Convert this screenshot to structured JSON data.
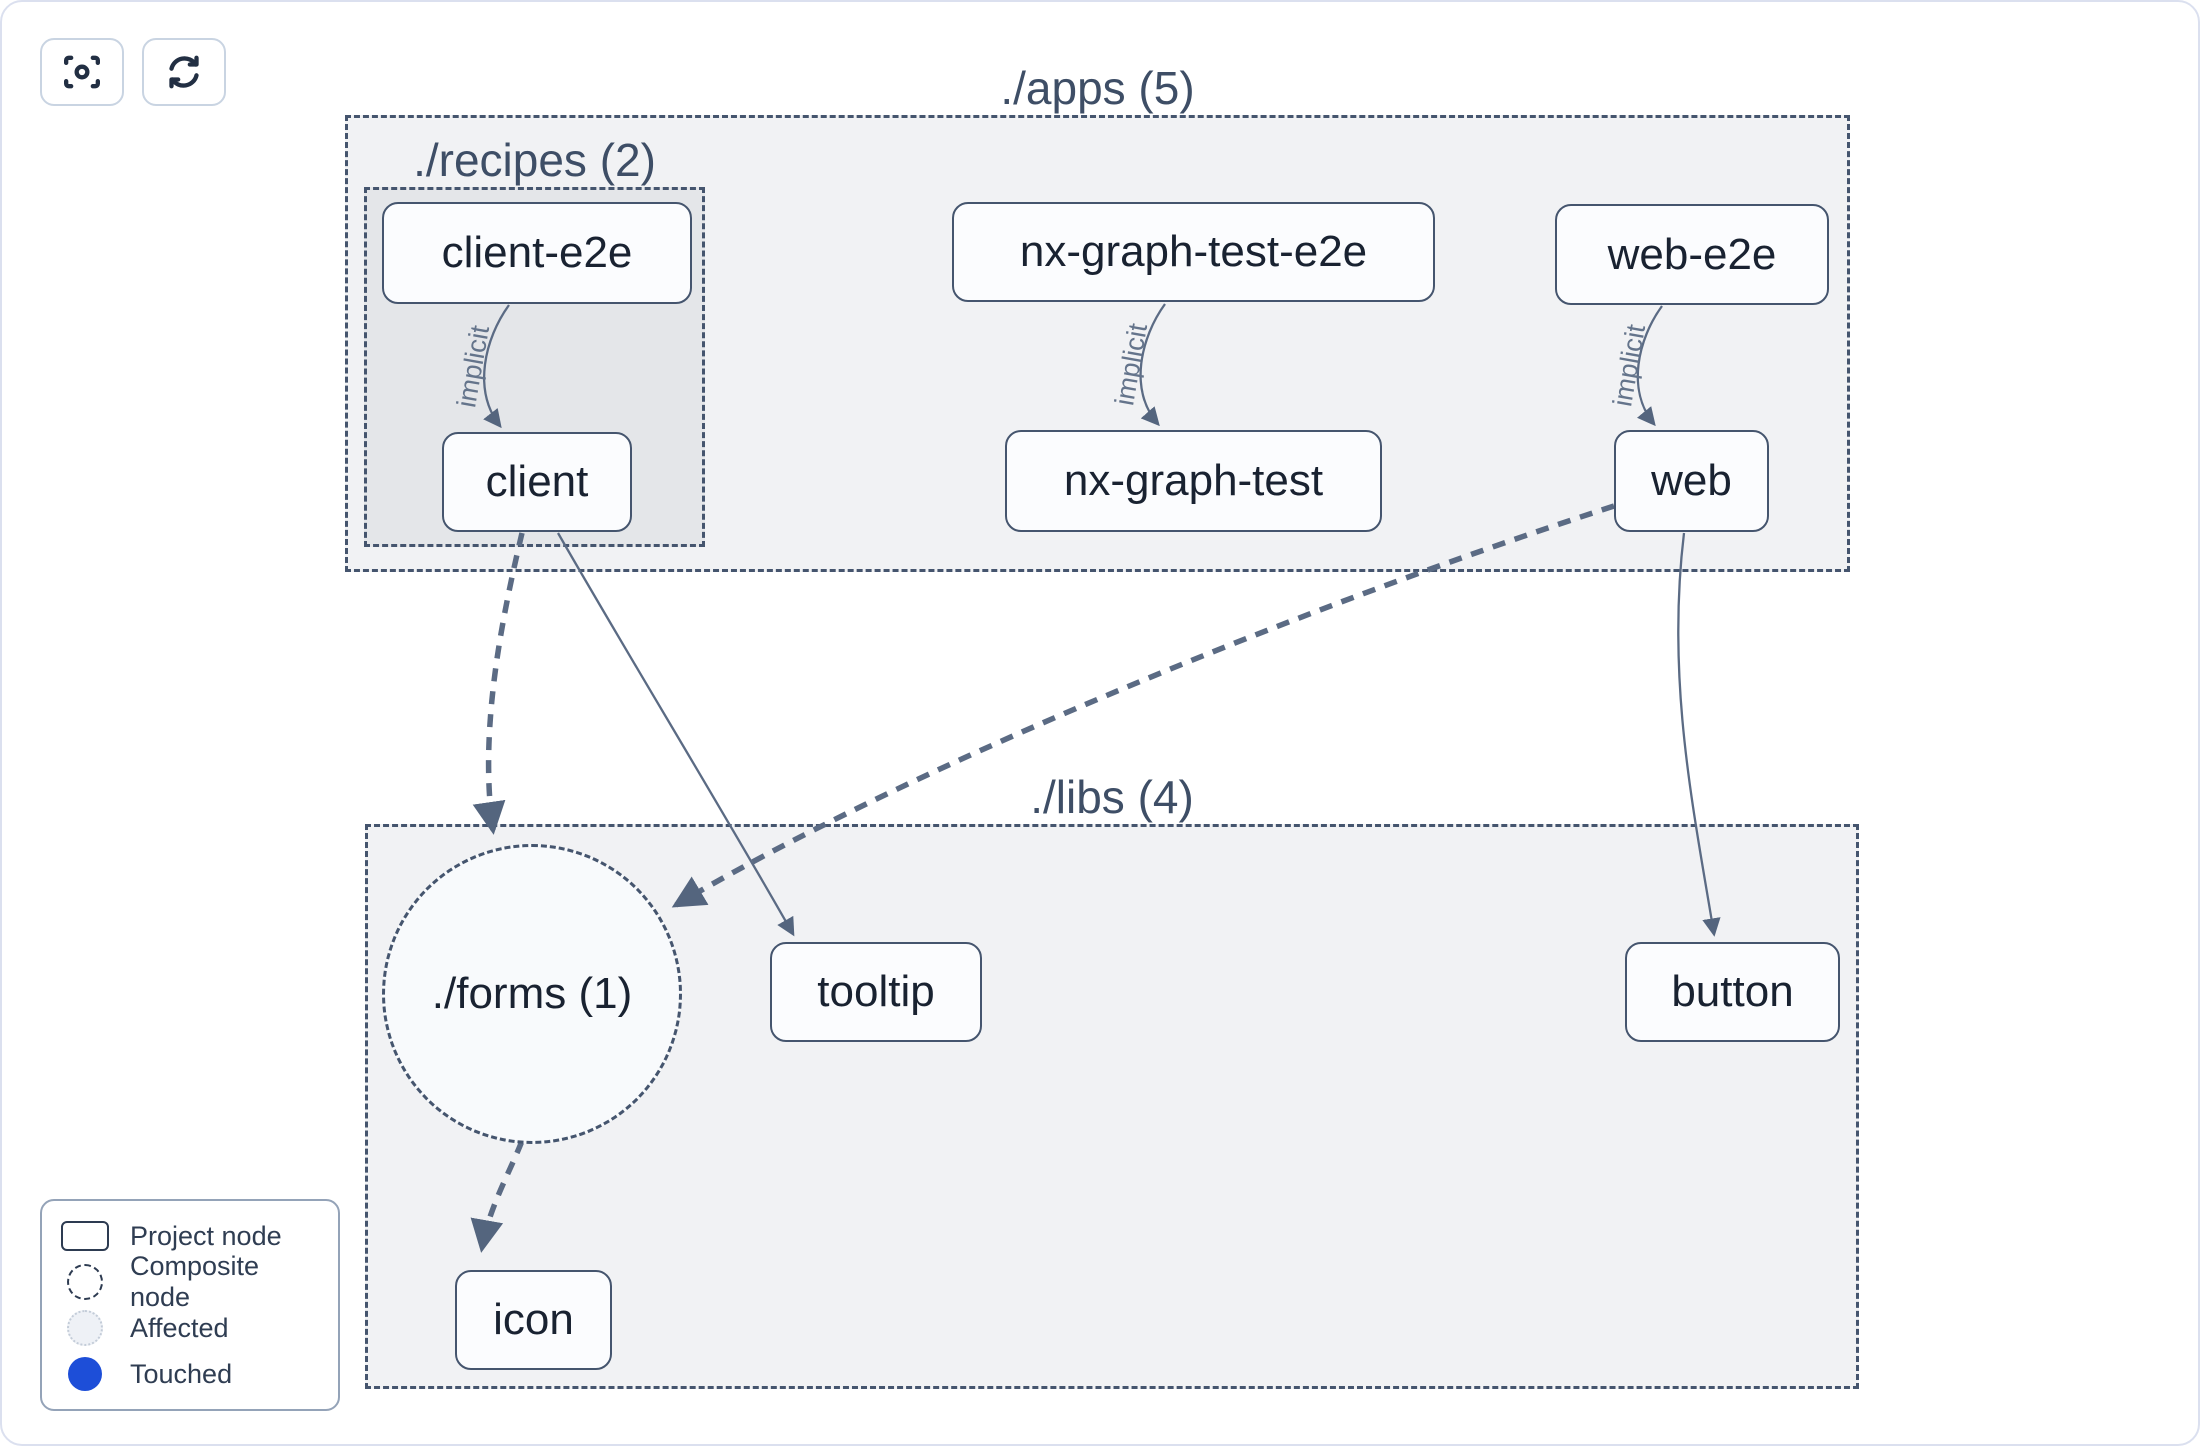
{
  "toolbar": {
    "focus_button": {
      "icon": "focus-icon"
    },
    "refresh_button": {
      "icon": "refresh-icon"
    }
  },
  "graph": {
    "containers": [
      {
        "id": "apps",
        "title": "./apps (5)"
      },
      {
        "id": "recipes",
        "title": "./recipes (2)"
      },
      {
        "id": "libs",
        "title": "./libs (4)"
      }
    ],
    "composite_nodes": [
      {
        "id": "forms",
        "label": "./forms (1)"
      }
    ],
    "nodes": [
      {
        "id": "client-e2e",
        "label": "client-e2e"
      },
      {
        "id": "client",
        "label": "client"
      },
      {
        "id": "nx-graph-test-e2e",
        "label": "nx-graph-test-e2e"
      },
      {
        "id": "nx-graph-test",
        "label": "nx-graph-test"
      },
      {
        "id": "web-e2e",
        "label": "web-e2e"
      },
      {
        "id": "web",
        "label": "web"
      },
      {
        "id": "tooltip",
        "label": "tooltip"
      },
      {
        "id": "button",
        "label": "button"
      },
      {
        "id": "icon",
        "label": "icon"
      }
    ],
    "edges": [
      {
        "source": "client-e2e",
        "target": "client",
        "type": "implicit",
        "label": "implicit"
      },
      {
        "source": "nx-graph-test-e2e",
        "target": "nx-graph-test",
        "type": "implicit",
        "label": "implicit"
      },
      {
        "source": "web-e2e",
        "target": "web",
        "type": "implicit",
        "label": "implicit"
      },
      {
        "source": "client",
        "target": "./forms (1)",
        "type": "dashed",
        "label": ""
      },
      {
        "source": "client",
        "target": "tooltip",
        "type": "static",
        "label": ""
      },
      {
        "source": "web",
        "target": "./forms (1)",
        "type": "dashed",
        "label": ""
      },
      {
        "source": "web",
        "target": "button",
        "type": "static",
        "label": ""
      },
      {
        "source": "./forms (1)",
        "target": "icon",
        "type": "dashed",
        "label": ""
      }
    ],
    "colors": {
      "node_border": "#45556e",
      "edge": "#5b6b84",
      "container_fill": "#edf1f7",
      "touched_blue": "#1d4ed8",
      "affected_fill": "#eef1f6"
    }
  },
  "legend": {
    "items": [
      {
        "label": "Project node",
        "symbol": "rect-outline"
      },
      {
        "label": "Composite node",
        "symbol": "dashed-circle"
      },
      {
        "label": "Affected",
        "symbol": "dotted-light-circle"
      },
      {
        "label": "Touched",
        "symbol": "filled-blue-circle"
      }
    ]
  }
}
